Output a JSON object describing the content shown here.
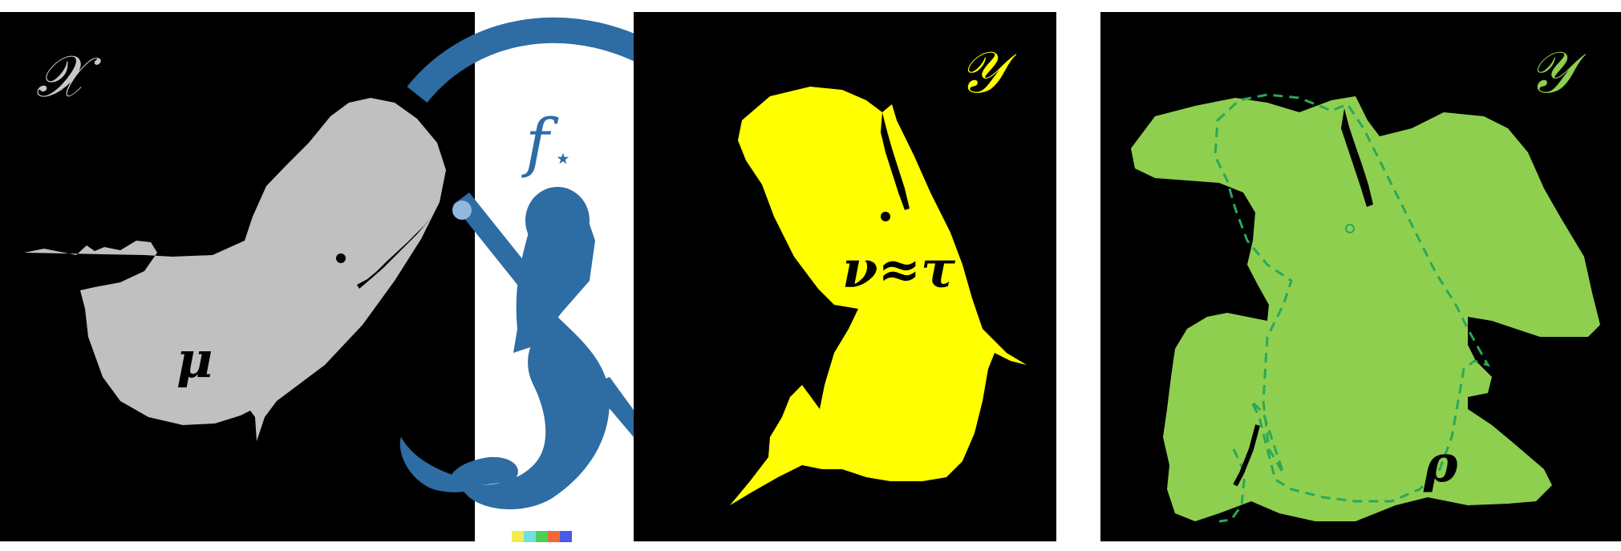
{
  "panels": {
    "source": {
      "space_label": "𝒳",
      "measure_label": "μ",
      "fill_color": "#c0c0c0",
      "label_color": "#c8c8c8"
    },
    "target": {
      "space_label": "𝒴",
      "measure_label": "ν≈τ",
      "fill_color": "#ffff00",
      "label_color": "#ffff00"
    },
    "learned": {
      "space_label": "𝒴",
      "measure_label": "ρ",
      "fill_color": "#8fcf50",
      "label_color": "#8fcf50",
      "outline_color": "#2aa858"
    }
  },
  "map": {
    "label_main": "f",
    "label_sub": "⋆",
    "color": "#2e6ca4"
  },
  "palette_strip": [
    "#f2ec4c",
    "#6fe1e1",
    "#4dcf58",
    "#f06a3a",
    "#4a5ae8"
  ],
  "colors": {
    "panel_bg": "#000000",
    "page_bg": "#ffffff"
  }
}
